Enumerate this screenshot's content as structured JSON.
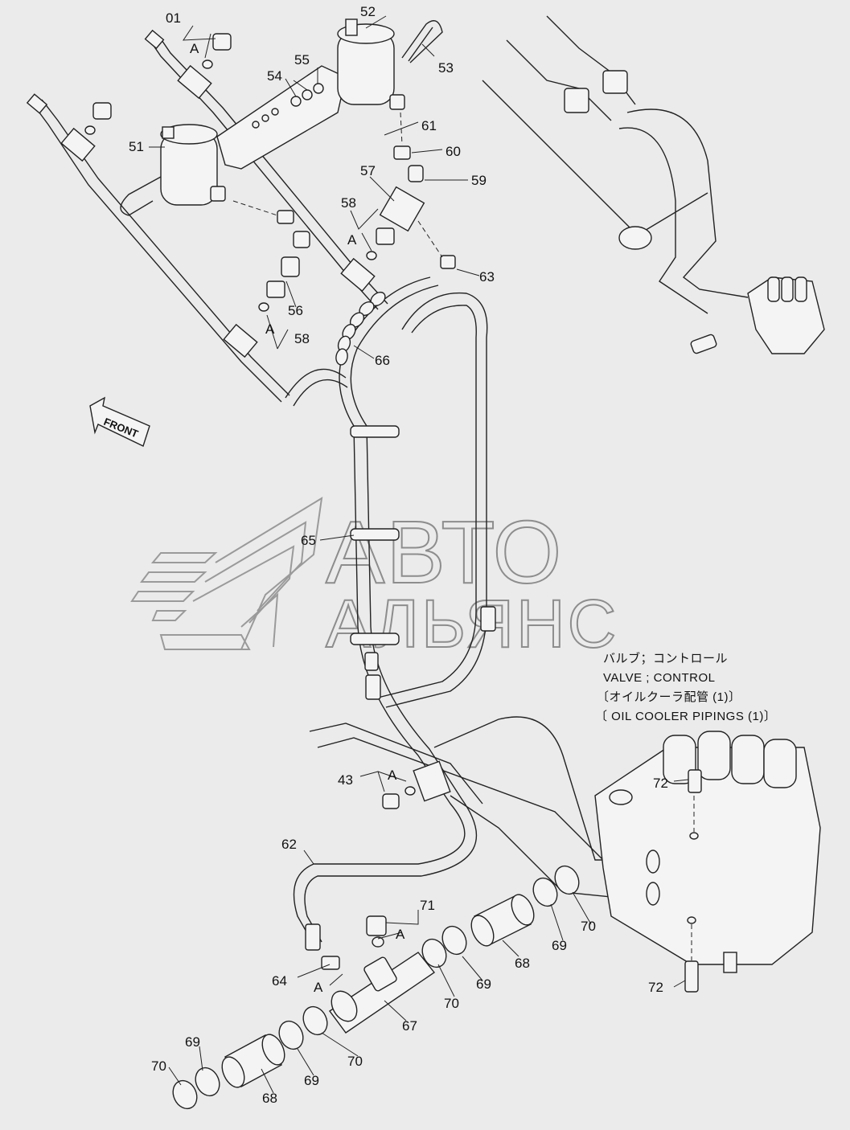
{
  "watermark": {
    "line1": "АВТО",
    "line2": "АЛЬЯНС"
  },
  "direction_label": "FRONT",
  "caption": {
    "line1": "バルブ；コントロール",
    "line2": "VALVE ; CONTROL",
    "line3": "〔オイルクーラ配管 (1)〕",
    "line4": "〔 OIL  COOLER  PIPINGS (1)〕"
  },
  "callouts": [
    {
      "id": "c01",
      "text": "01"
    },
    {
      "id": "c01a",
      "text": "A"
    },
    {
      "id": "c52",
      "text": "52"
    },
    {
      "id": "c53",
      "text": "53"
    },
    {
      "id": "c54",
      "text": "54"
    },
    {
      "id": "c55",
      "text": "55"
    },
    {
      "id": "c51",
      "text": "51"
    },
    {
      "id": "c61",
      "text": "61"
    },
    {
      "id": "c60",
      "text": "60"
    },
    {
      "id": "c57",
      "text": "57"
    },
    {
      "id": "c59",
      "text": "59"
    },
    {
      "id": "c58a",
      "text": "58"
    },
    {
      "id": "c58aA",
      "text": "A"
    },
    {
      "id": "c63",
      "text": "63"
    },
    {
      "id": "c56",
      "text": "56"
    },
    {
      "id": "c58bA",
      "text": "A"
    },
    {
      "id": "c58b",
      "text": "58"
    },
    {
      "id": "c66",
      "text": "66"
    },
    {
      "id": "c65",
      "text": "65"
    },
    {
      "id": "c43",
      "text": "43"
    },
    {
      "id": "c43A",
      "text": "A"
    },
    {
      "id": "c72a",
      "text": "72"
    },
    {
      "id": "c62",
      "text": "62"
    },
    {
      "id": "c71",
      "text": "71"
    },
    {
      "id": "c71A",
      "text": "A"
    },
    {
      "id": "c64",
      "text": "64"
    },
    {
      "id": "c64A",
      "text": "A"
    },
    {
      "id": "c67",
      "text": "67"
    },
    {
      "id": "c68a",
      "text": "68"
    },
    {
      "id": "c69a",
      "text": "69"
    },
    {
      "id": "c70a",
      "text": "70"
    },
    {
      "id": "c69b",
      "text": "69"
    },
    {
      "id": "c70b",
      "text": "70"
    },
    {
      "id": "c72b",
      "text": "72"
    },
    {
      "id": "c70c",
      "text": "70"
    },
    {
      "id": "c69c",
      "text": "69"
    },
    {
      "id": "c70d",
      "text": "70"
    },
    {
      "id": "c69d",
      "text": "69"
    },
    {
      "id": "c68b",
      "text": "68"
    },
    {
      "id": "c70e",
      "text": "70"
    },
    {
      "id": "c69e",
      "text": "69"
    }
  ]
}
